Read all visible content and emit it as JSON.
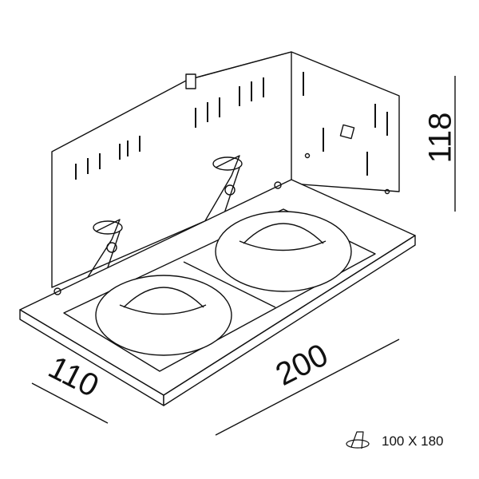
{
  "dimensions": {
    "height": "118",
    "depth": "110",
    "width": "200"
  },
  "cutout": {
    "icon": "cutout-icon",
    "label": "100 X 180"
  },
  "colors": {
    "line": "#111111",
    "background": "#ffffff"
  }
}
